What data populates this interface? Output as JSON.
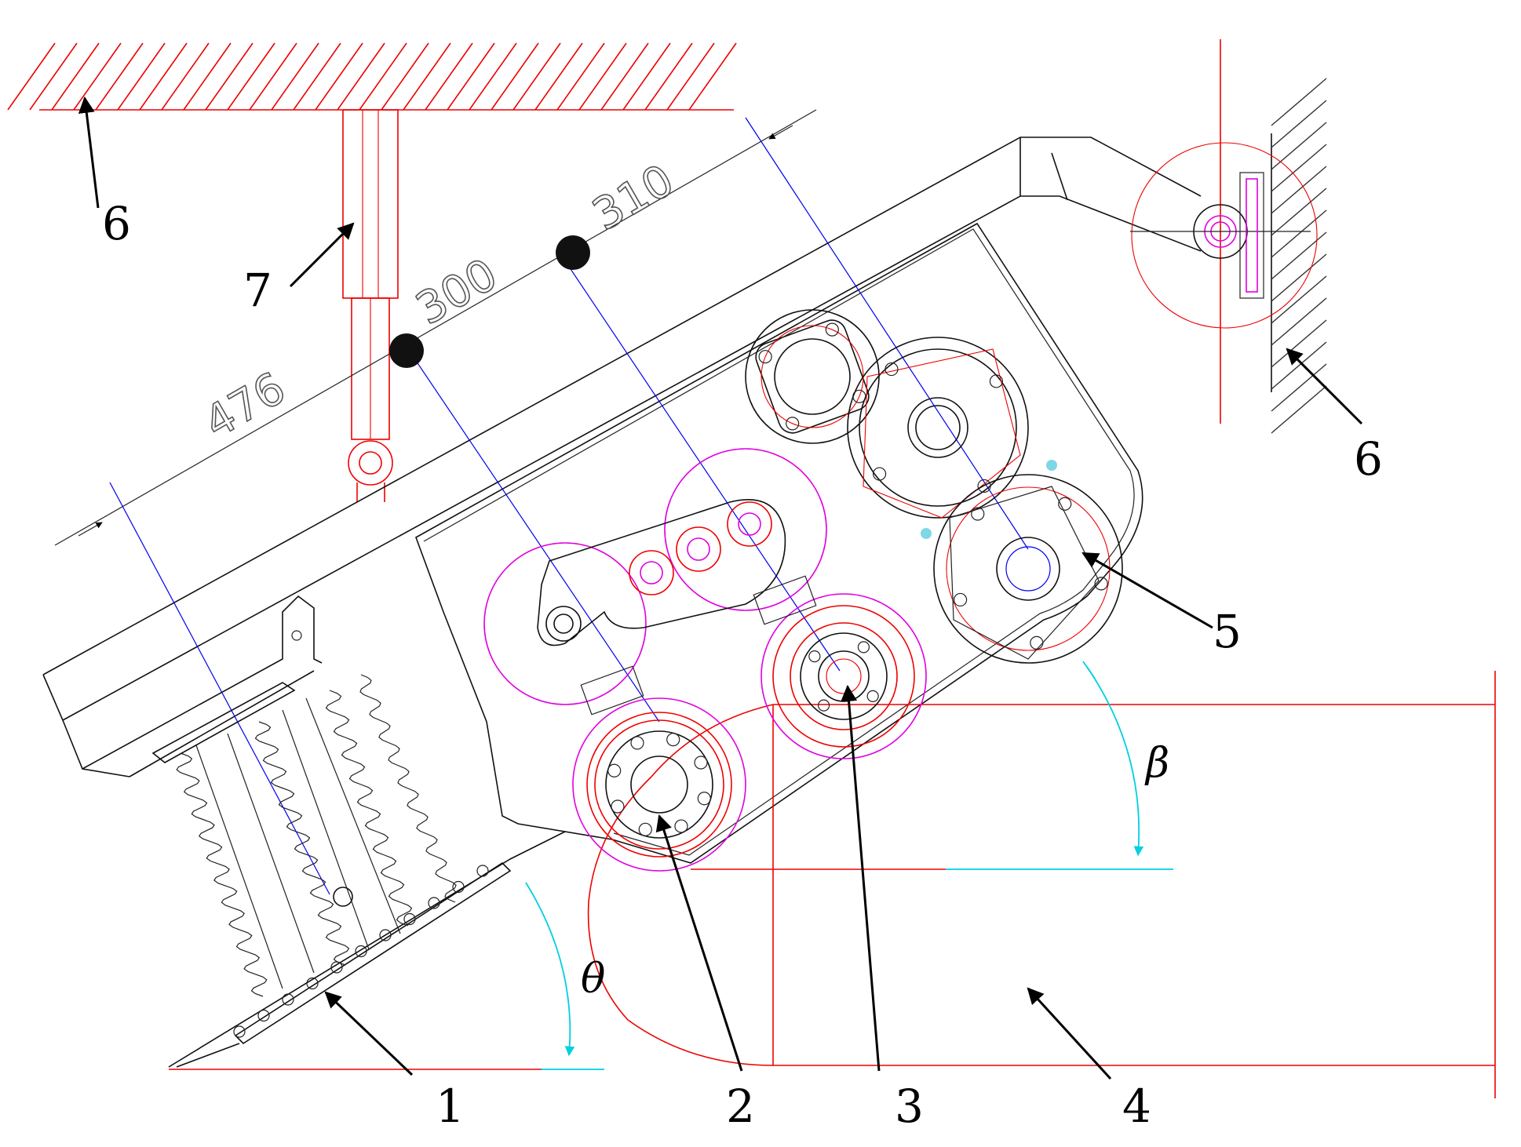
{
  "callouts": {
    "c1": "1",
    "c2": "2",
    "c3": "3",
    "c4": "4",
    "c5": "5",
    "c6a": "6",
    "c6b": "6",
    "c7": "7"
  },
  "dimensions": {
    "d476": "476",
    "d300": "300",
    "d310": "310"
  },
  "angles": {
    "theta": "θ",
    "beta": "β"
  },
  "colors": {
    "outline": "#111111",
    "construction_red": "#ee0000",
    "pulley_magenta": "#e000e0",
    "centerline_blue": "#0000ee",
    "angle_cyan": "#00d0e0"
  }
}
